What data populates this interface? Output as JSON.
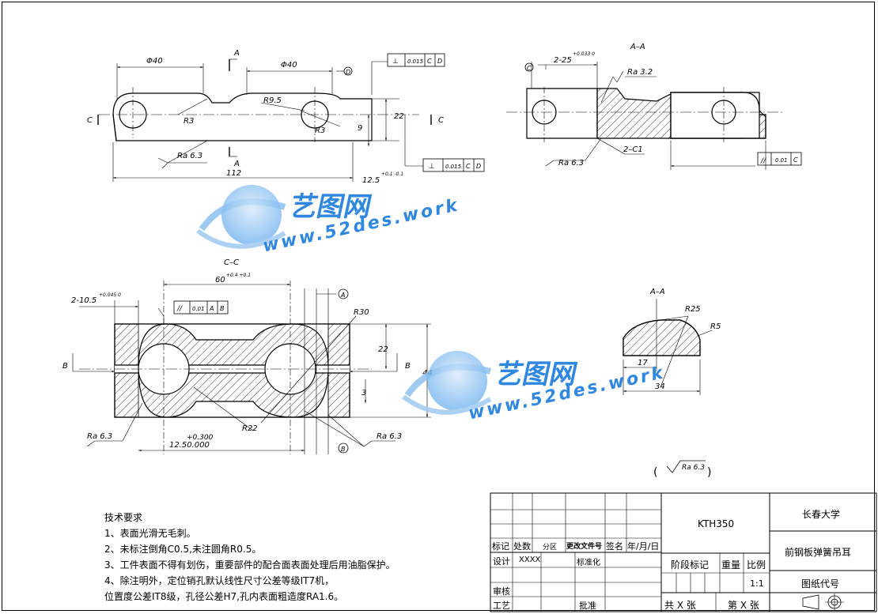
{
  "views": {
    "top": {
      "dim_d40_left": "Φ40",
      "dim_d40_mid": "Φ40",
      "dim_112": "112",
      "dim_r3_a": "R3",
      "dim_r3_b": "R3",
      "dim_r95": "R9.5",
      "dim_9": "9",
      "dim_22": "22",
      "dim_125": "12.5",
      "dim_125_tol": "+0.1 -0.1",
      "section_a_top": "A",
      "section_a_bot": "A",
      "section_c_left": "C",
      "section_c_right": "C",
      "datum_d": "D",
      "ra": "Ra 6.3",
      "gdt_top": [
        "⊥",
        "0.015",
        "C",
        "D"
      ],
      "gdt_bottom": [
        "⊥",
        "0.015",
        "C",
        "D"
      ]
    },
    "section_aa_right": {
      "title": "A–A",
      "datum_c": "C",
      "dim_hole": "2-25",
      "dim_hole_tol": "+0.033 0",
      "ra32": "Ra 3.2",
      "ra63": "Ra 6.3",
      "chamfer": "2–C1",
      "gdt": [
        "//",
        "0.01",
        "C"
      ]
    },
    "section_cc": {
      "title": "C–C",
      "dim_hole": "2-10.5",
      "dim_hole_tol": "+0.045 0",
      "dim_60": "60",
      "dim_60_tol": "+0.4 +0.1",
      "datum_a": "A",
      "datum_b": "B",
      "gdt": [
        "//",
        "0.01",
        "A",
        "B"
      ],
      "r30": "R30",
      "r22": "R22",
      "dim_22": "22",
      "dim_3": "3",
      "dim_44": "44",
      "dim_1250": "12.50.000",
      "dim_1250_tol": "+0.300",
      "b_left": "B",
      "b_right": "B",
      "ra_left": "Ra 6.3",
      "ra_right": "Ra 6.3"
    },
    "section_aa_small": {
      "title": "A–A",
      "r25": "R25",
      "r5": "R5",
      "dim_17": "17",
      "dim_34": "34"
    },
    "general_roughness": "Ra 6.3"
  },
  "watermark": {
    "brand": "艺图网",
    "url_top": "www.52des.work",
    "url_bottom": "www.52des.work",
    "colors": {
      "blue": "#2f87e0",
      "light": "#9fcaf2"
    }
  },
  "tech_requirements": {
    "title": "技术要求",
    "lines": [
      "1、表面光滑无毛刺。",
      "2、未标注倒角C0.5,未注圆角R0.5。",
      "3、工件表面不得有划伤，重要部件的配合面表面处理后用油脂保护。",
      "4、除注明外，定位销孔默认线性尺寸公差等级IT7机，",
      "位置度公差IT8级，孔径公差H7,孔内表面粗造度RA1.6。"
    ]
  },
  "title_block": {
    "row_labels": [
      "标记",
      "处数",
      "分区",
      "更改文件号",
      "签名",
      "年/月/日"
    ],
    "design": "设计",
    "designer": "XXXX",
    "standard": "标准化",
    "review": "审核",
    "process": "工艺",
    "approve": "批准",
    "drawing_no": "KTH350",
    "stage": "阶段标记",
    "weight": "重量",
    "scale_label": "比例",
    "scale": "1:1",
    "total": "共 X 张",
    "sheet": "第 X 张",
    "org": "长春大学",
    "part_name": "前钢板弹簧吊耳",
    "drawing_code": "图纸代号"
  }
}
